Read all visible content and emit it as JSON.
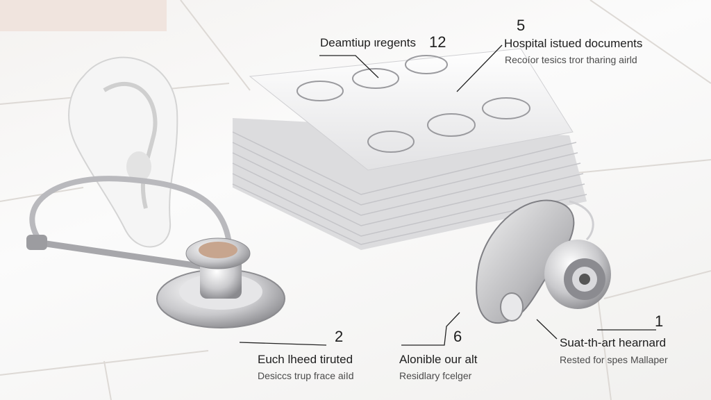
{
  "callouts": [
    {
      "number": "12",
      "title": "Deamtiup ιregents",
      "subtitle": ""
    },
    {
      "number": "5",
      "title": "Hospital istued documents",
      "subtitle": "Recoíor tesics tror tharing airld"
    },
    {
      "number": "2",
      "title": "Euch lheed tiruted",
      "subtitle": "Desiccs trup frace aiId"
    },
    {
      "number": "6",
      "title": "Alonible our alt",
      "subtitle": "Residlary fcelger"
    },
    {
      "number": "1",
      "title": "Suat-th-art hearnard",
      "subtitle": "Rested for spes Mallaper"
    }
  ]
}
